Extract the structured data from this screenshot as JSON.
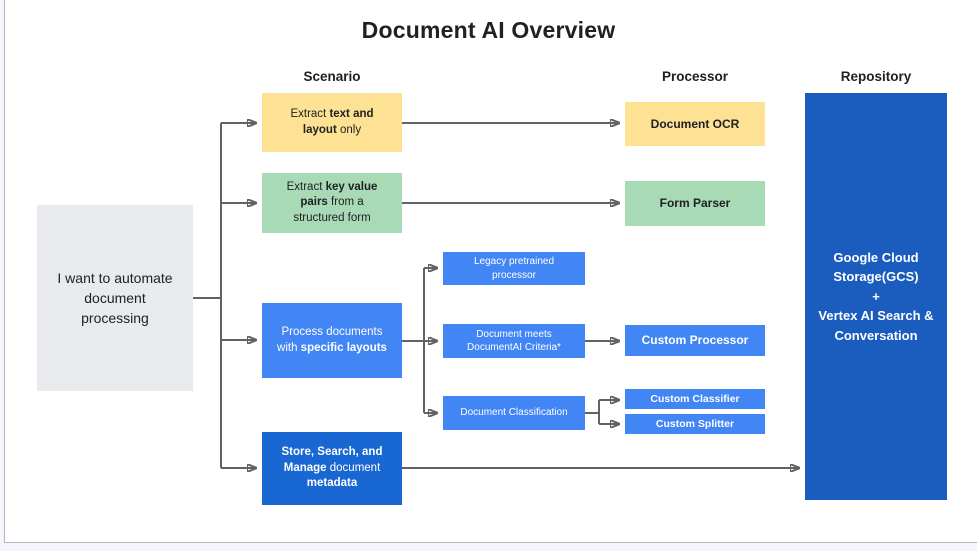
{
  "title": "Document AI Overview",
  "headers": {
    "scenario": "Scenario",
    "processor": "Processor",
    "repository": "Repository"
  },
  "root_box": {
    "text": "I want to automate document processing"
  },
  "scenarios": {
    "extract_text": {
      "p1": "Extract ",
      "p2": "text and layout",
      "p3": " only"
    },
    "extract_kv": {
      "p1": "Extract ",
      "p2": "key value pairs",
      "p3": " from a structured form"
    },
    "specific_layouts": {
      "p1": "Process documents with ",
      "p2": "specific layouts"
    },
    "store_search": {
      "p1": "Store, Search, and Manage",
      "p2": " document ",
      "p3": "metadata"
    }
  },
  "options": {
    "legacy": "Legacy pretrained processor",
    "criteria": "Document meets DocumentAI Criteria*",
    "classification": "Document Classification"
  },
  "processors": {
    "document_ocr": "Document OCR",
    "form_parser": "Form Parser",
    "custom_processor": "Custom Processor",
    "custom_classifier": "Custom Classifier",
    "custom_splitter": "Custom Splitter"
  },
  "repository": {
    "line1": "Google Cloud Storage(GCS)",
    "line2": "+",
    "line3": "Vertex AI Search & Conversation"
  },
  "colors": {
    "yellow": "#fde293",
    "green": "#a8dab5",
    "blue": "#4285f4",
    "dark_blue": "#1967d2",
    "repository_blue": "#1b5cbf",
    "gray_box": "#e8eaed",
    "connector_gray": "#5f6368",
    "text_dark": "#202124"
  }
}
